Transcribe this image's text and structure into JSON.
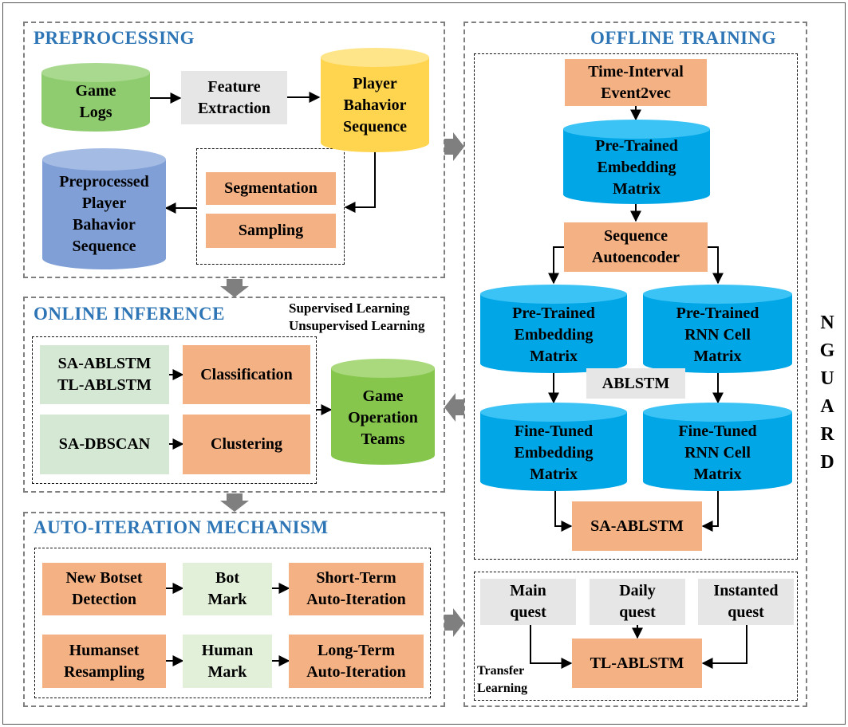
{
  "sections": {
    "preprocessing": "PREPROCESSING",
    "offline_training": "OFFLINE TRAINING",
    "online_inference": "ONLINE INFERENCE",
    "auto_iteration": "AUTO-ITERATION MECHANISM"
  },
  "preprocessing": {
    "game_logs": "Game\nLogs",
    "feature_extraction": "Feature\nExtraction",
    "player_behavior_sequence": "Player\nBahavior\nSequence",
    "segmentation": "Segmentation",
    "sampling": "Sampling",
    "preprocessed_sequence": "Preprocessed\nPlayer\nBahavior\nSequence"
  },
  "offline": {
    "time_interval": "Time-Interval\nEvent2vec",
    "pretrained_embedding_top": "Pre-Trained\nEmbedding\nMatrix",
    "sequence_autoencoder": "Sequence\nAutoencoder",
    "pretrained_embedding_left": "Pre-Trained\nEmbedding\nMatrix",
    "pretrained_rnn": "Pre-Trained\nRNN Cell\nMatrix",
    "ablstm": "ABLSTM",
    "finetuned_embedding": "Fine-Tuned\nEmbedding\nMatrix",
    "finetuned_rnn": "Fine-Tuned\nRNN Cell\nMatrix",
    "sa_ablstm": "SA-ABLSTM",
    "main_quest": "Main\nquest",
    "daily_quest": "Daily\nquest",
    "instanted_quest": "Instanted\nquest",
    "tl_ablstm": "TL-ABLSTM",
    "transfer_learning": "Transfer\nLearning"
  },
  "online": {
    "supervised": "Supervised Learning",
    "unsupervised": "Unsupervised Learning",
    "sa_tl_ablstm": "SA-ABLSTM\nTL-ABLSTM",
    "classification": "Classification",
    "sa_dbscan": "SA-DBSCAN",
    "clustering": "Clustering",
    "game_operation_teams": "Game\nOperation\nTeams"
  },
  "auto": {
    "new_botset": "New Botset\nDetection",
    "bot_mark": "Bot\nMark",
    "short_term": "Short-Term\nAuto-Iteration",
    "humanset": "Humanset\nResampling",
    "human_mark": "Human\nMark",
    "long_term": "Long-Term\nAuto-Iteration"
  },
  "side_label": [
    "N",
    "G",
    "U",
    "A",
    "R",
    "D"
  ],
  "colors": {
    "title_blue": "#2e75b6",
    "orange": "#f4b183",
    "cyan": "#00b0f0",
    "green": "#70ad47",
    "yellow": "#ffd966",
    "purple_blue": "#8faadc",
    "gray_arrow": "#7f7f7f"
  }
}
